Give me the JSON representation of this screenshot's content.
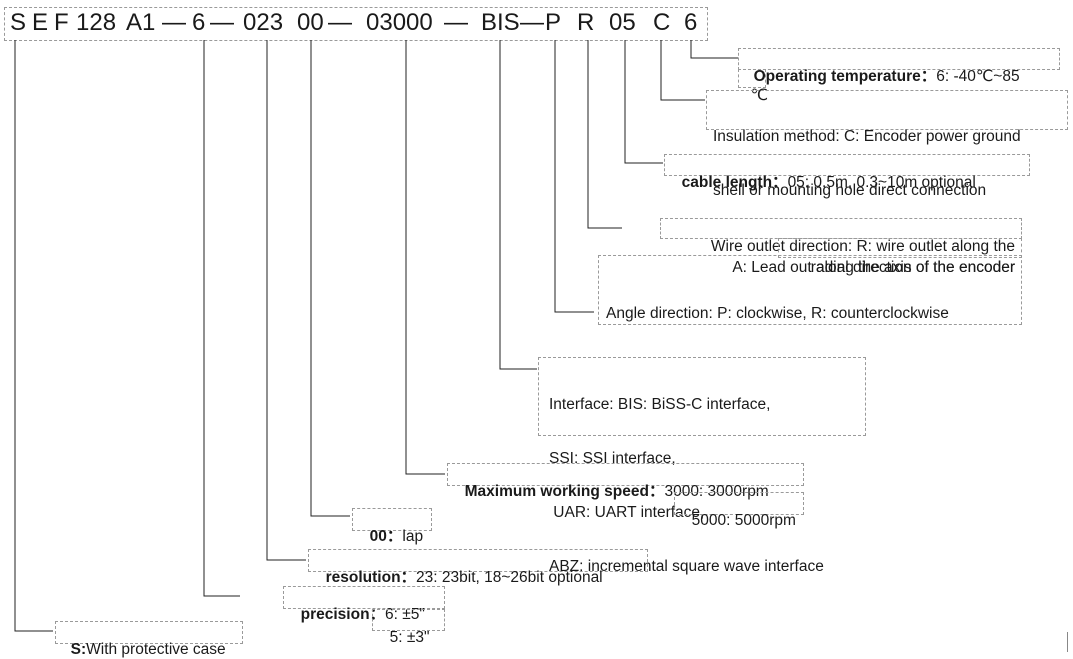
{
  "model_code": {
    "segments": [
      "S",
      "E",
      "F",
      "128",
      "A1",
      "—",
      "6",
      "—",
      "023",
      "00",
      "—",
      "03000",
      "—",
      "BIS",
      "—",
      "P",
      "R",
      "05",
      "C",
      "6"
    ]
  },
  "annotations": {
    "operating_temperature": {
      "label": "Operating temperature：",
      "text": "6: -40℃~85",
      "unit": "℃"
    },
    "insulation": {
      "line1": "Insulation method: C: Encoder power ground",
      "line2": "shell or mounting hole direct connection"
    },
    "cable_length": {
      "label": "cable length：",
      "text": "05: 0.5m, 0.3~10m optional"
    },
    "wire_outlet": {
      "line1": "Wire outlet direction: R: wire outlet along the",
      "line2": "radial direction of the encoder",
      "line3": "A: Lead out along the axis of the encoder"
    },
    "angle_direction": {
      "text": "Angle direction: P: clockwise, R: counterclockwise"
    },
    "interface": {
      "line1": "Interface: BIS: BiSS-C interface,",
      "line2": "SSI: SSI interface,",
      "line3": " UAR: UART interface,",
      "line4": "ABZ: incremental square wave interface"
    },
    "max_speed": {
      "label": "Maximum working speed：",
      "opt1": "3000: 3000rpm",
      "opt2": "5000: 5000rpm"
    },
    "lap": {
      "label": "00：",
      "text": "lap"
    },
    "resolution": {
      "label": "resolution：",
      "text": "23: 23bit, 18~26bit optional"
    },
    "precision": {
      "label": "precision：",
      "opt1": "6: ±5\"",
      "opt2": "5: ±3\""
    },
    "case": {
      "label": "S:",
      "text": "With protective case"
    }
  }
}
